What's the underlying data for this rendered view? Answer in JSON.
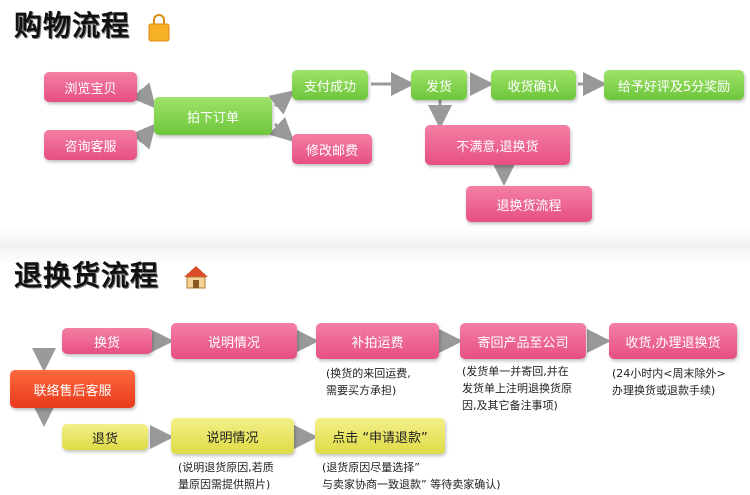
{
  "shopping": {
    "title": "购物流程",
    "nodes": {
      "browse": "浏览宝贝",
      "consult": "咨询客服",
      "order": "拍下订单",
      "pay": "支付成功",
      "modify": "修改邮费",
      "ship": "发货",
      "confirm": "收货确认",
      "rate": "给予好评及5分奖励",
      "unsatisfied": "不满意,退换货",
      "return_flow": "退换货流程"
    }
  },
  "returns": {
    "title": "退换货流程",
    "nodes": {
      "contact": "联络售后客服",
      "exchange": "换货",
      "explain1": "说明情况",
      "postage": "补拍运费",
      "mail_back": "寄回产品至公司",
      "receive": "收货,办理退换货",
      "refund": "退货",
      "explain2": "说明情况",
      "click_refund": "点击 “申请退款”"
    },
    "notes": {
      "postage_line1": "(换货的来回运费,",
      "postage_line2": "需要买方承担)",
      "mail_line1": "(发货单一并寄回,并在",
      "mail_line2": "发货单上注明退换货原",
      "mail_line3": "因,及其它备注事项)",
      "receive_line1": "(24小时内<周末除外>",
      "receive_line2": "办理换货或退款手续)",
      "explain2_line1": "(说明退货原因,若质",
      "explain2_line2": "量原因需提供照片)",
      "refund_line1": "(退货原因尽量选择”",
      "refund_line2": "与卖家协商一致退款” 等待卖家确认)"
    }
  },
  "colors": {
    "pink": "#e64f83",
    "green": "#6ec63b",
    "yellow": "#dedb45",
    "red": "#e8391d",
    "arrow": "#999999"
  },
  "icons": [
    "shopping-bag-icon",
    "house-icon"
  ]
}
